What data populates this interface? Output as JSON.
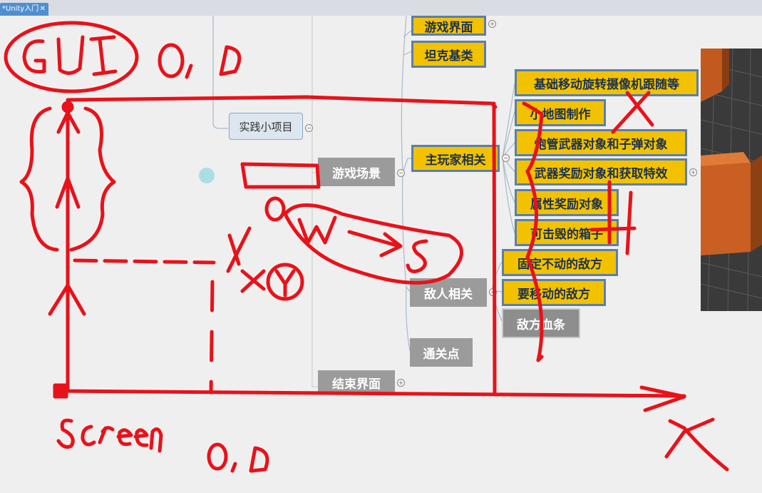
{
  "tab": {
    "title": "*Unity入门",
    "close": "✕"
  },
  "nodes": {
    "practice_project": "实践小项目",
    "game_scene": "游戏场景",
    "end_screen": "结束界面",
    "game_ui": "游戏界面",
    "tank_base": "坦克基类",
    "player": "主玩家相关",
    "enemy": "敌人相关",
    "checkpoint": "通关点",
    "basic_move": "基础移动旋转摄像机跟随等",
    "minimap": "小地图制作",
    "weapon": "炮管武器对象和子弹对象",
    "weapon_reward": "武器奖励对象和获取特效",
    "attr_reward": "属性奖励对象",
    "box": "可击毁的箱子",
    "fixed_enemy": "固定不动的敌方",
    "moving_enemy": "要移动的敌方",
    "enemy_hp": "敌方血条"
  },
  "annotations": {
    "gui_label": "GUI",
    "gui_origin": "0,0",
    "screen_label": "Screen",
    "screen_origin": "0,0",
    "y_axis": "Y",
    "x_axis": "X",
    "xy": "X,Y",
    "w_to_s": "W → S"
  },
  "colors": {
    "ink": "#e8121a",
    "node_yellow": "#f2c200",
    "node_gray": "#9b9b9b",
    "tab_blue": "#4f8fd1"
  },
  "icons": {
    "collapse": "minus-circle-icon",
    "expand": "plus-circle-icon"
  }
}
